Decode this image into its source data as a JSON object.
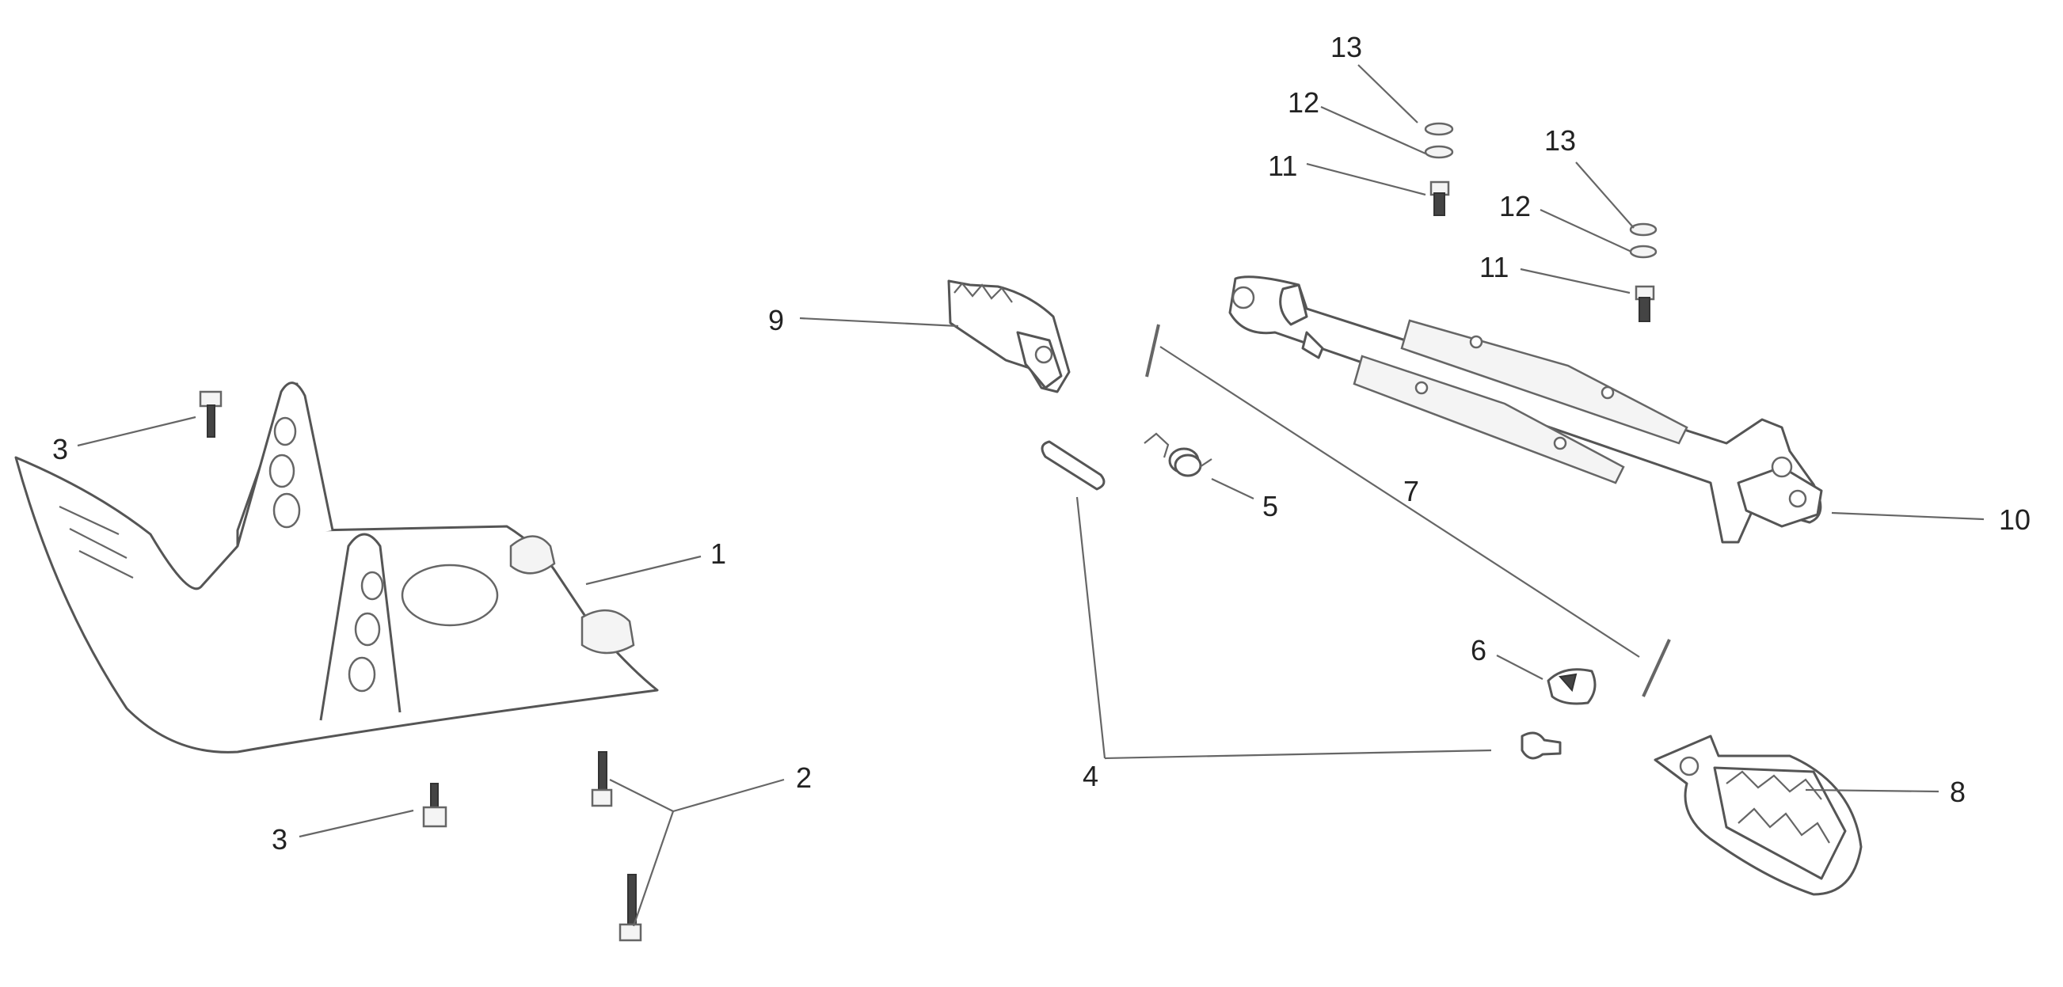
{
  "callouts": {
    "c1": "1",
    "c2": "2",
    "c3a": "3",
    "c3b": "3",
    "c4": "4",
    "c5": "5",
    "c6": "6",
    "c7": "7",
    "c8": "8",
    "c9": "9",
    "c10": "10",
    "c11a": "11",
    "c11b": "11",
    "c12a": "12",
    "c12b": "12",
    "c13a": "13",
    "c13b": "13"
  }
}
